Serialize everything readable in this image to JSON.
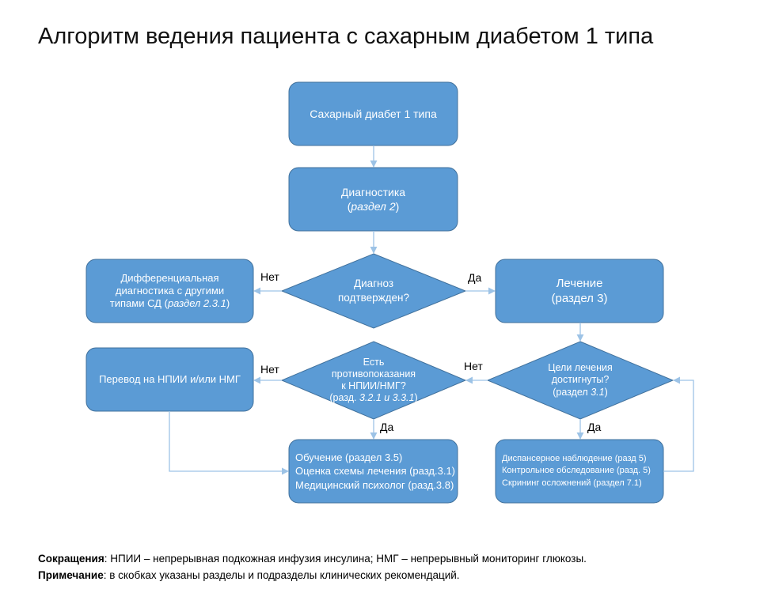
{
  "title": "Алгоритм ведения пациента с сахарным диабетом 1 типа",
  "colors": {
    "fill": "#5b9bd5",
    "stroke": "#41719c",
    "connector": "#9dc3e6",
    "text": "#ffffff"
  },
  "nodes": {
    "start": {
      "line1": "Сахарный диабет 1 типа"
    },
    "diagnostics": {
      "line1": "Диагностика",
      "line2_pre": "(",
      "line2_ital": "раздел 2",
      "line2_post": ")"
    },
    "diag_confirmed": {
      "line1": "Диагноз",
      "line2": "подтвержден?"
    },
    "differential": {
      "line1": "Дифференциальная",
      "line2": "диагностика с другими",
      "line3_pre": "типами СД (",
      "line3_ital": "раздел 2.3.1",
      "line3_post": ")"
    },
    "treatment": {
      "line1": "Лечение",
      "line2": "(раздел 3)"
    },
    "goals": {
      "line1": "Цели лечения",
      "line2": "достигнуты?",
      "line3_pre": "(раздел ",
      "line3_ital": "3.1",
      "line3_post": ")"
    },
    "contra": {
      "line1": "Есть",
      "line2": "противопоказания",
      "line3": "к НПИИ/НМГ?",
      "line4_pre": "(разд. ",
      "line4_ital": "3.2.1 и 3.3.1",
      "line4_post": ")"
    },
    "switch": {
      "line1": "Перевод на НПИИ и/или НМГ"
    },
    "education": {
      "line1": "Обучение (раздел 3.5)",
      "line2": "Оценка схемы лечения (разд.3.1)",
      "line3": "Медицинский психолог (разд.3.8)"
    },
    "followup": {
      "line1": "Диспансерное наблюдение (разд  5)",
      "line2": "Контрольное обследование (разд. 5)",
      "line3": "Скрининг осложнений (раздел 7.1)"
    }
  },
  "edge_labels": {
    "diag_no": "Нет",
    "diag_yes": "Да",
    "goals_no": "Нет",
    "goals_yes": "Да",
    "contra_no": "Нет",
    "contra_yes": "Да"
  },
  "notes": {
    "abbr_label": "Сокращения",
    "abbr_text": ": НПИИ – непрерывная подкожная инфузия инсулина; НМГ – непрерывный мониторинг глюкозы.",
    "note_label": "Примечание",
    "note_text": ": в скобках указаны разделы и подразделы клинических рекомендаций."
  }
}
